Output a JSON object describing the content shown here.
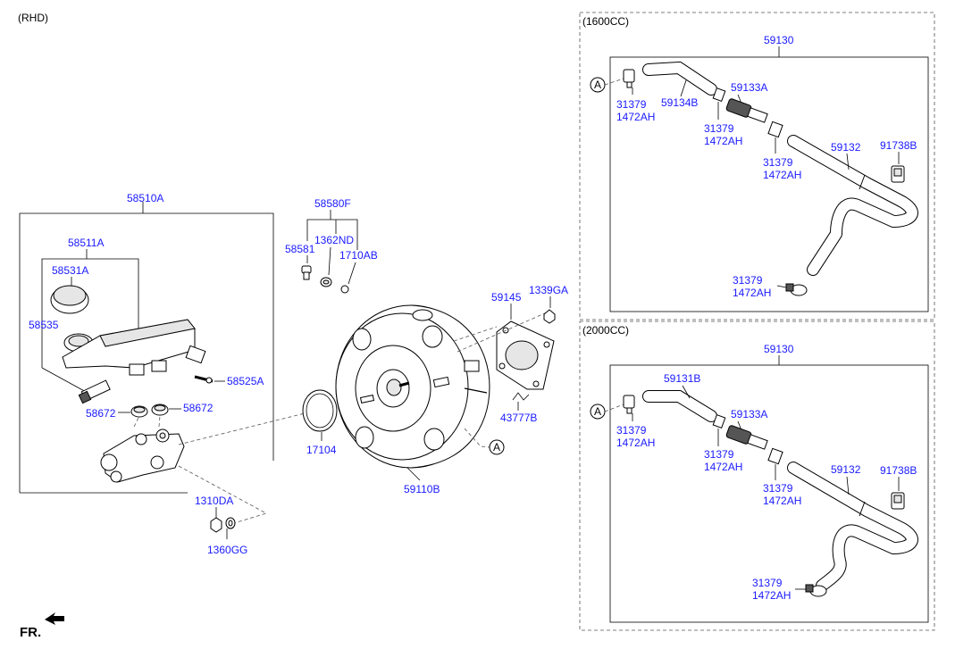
{
  "header_note": "(RHD)",
  "front_marker": "FR.",
  "main_assembly": {
    "assembly_label": "58510A",
    "reservoir_label": "58511A",
    "cap_label": "58531A",
    "strainer_label": "58535",
    "pin_label": "58525A",
    "grommet_left_label": "58672",
    "grommet_right_label": "58672",
    "nut_label": "1310DA",
    "washer_label": "1360GG"
  },
  "booster": {
    "kit_label": "58580F",
    "pin_label": "58581",
    "nut_label": "1362ND",
    "ring_label": "1710AB",
    "gasket_label": "59145",
    "nut2_label": "1339GA",
    "clip_label": "43777B",
    "oring_label": "17104",
    "booster_label": "59110B",
    "ref_a": "A"
  },
  "variant_1600": {
    "title": "(1600CC)",
    "assembly_label": "59130",
    "ref_a": "A",
    "clamp1_a": "31379",
    "clamp1_b": "1472AH",
    "hose_label": "59134B",
    "valve_label": "59133A",
    "clamp2_a": "31379",
    "clamp2_b": "1472AH",
    "clamp3_a": "31379",
    "clamp3_b": "1472AH",
    "pipe_label": "59132",
    "bracket_label": "91738B",
    "clamp4_a": "31379",
    "clamp4_b": "1472AH"
  },
  "variant_2000": {
    "title": "(2000CC)",
    "assembly_label": "59130",
    "ref_a": "A",
    "clamp1_a": "31379",
    "clamp1_b": "1472AH",
    "hose_label": "59131B",
    "valve_label": "59133A",
    "clamp2_a": "31379",
    "clamp2_b": "1472AH",
    "clamp3_a": "31379",
    "clamp3_b": "1472AH",
    "pipe_label": "59132",
    "bracket_label": "91738B",
    "clamp4_a": "31379",
    "clamp4_b": "1472AH"
  }
}
